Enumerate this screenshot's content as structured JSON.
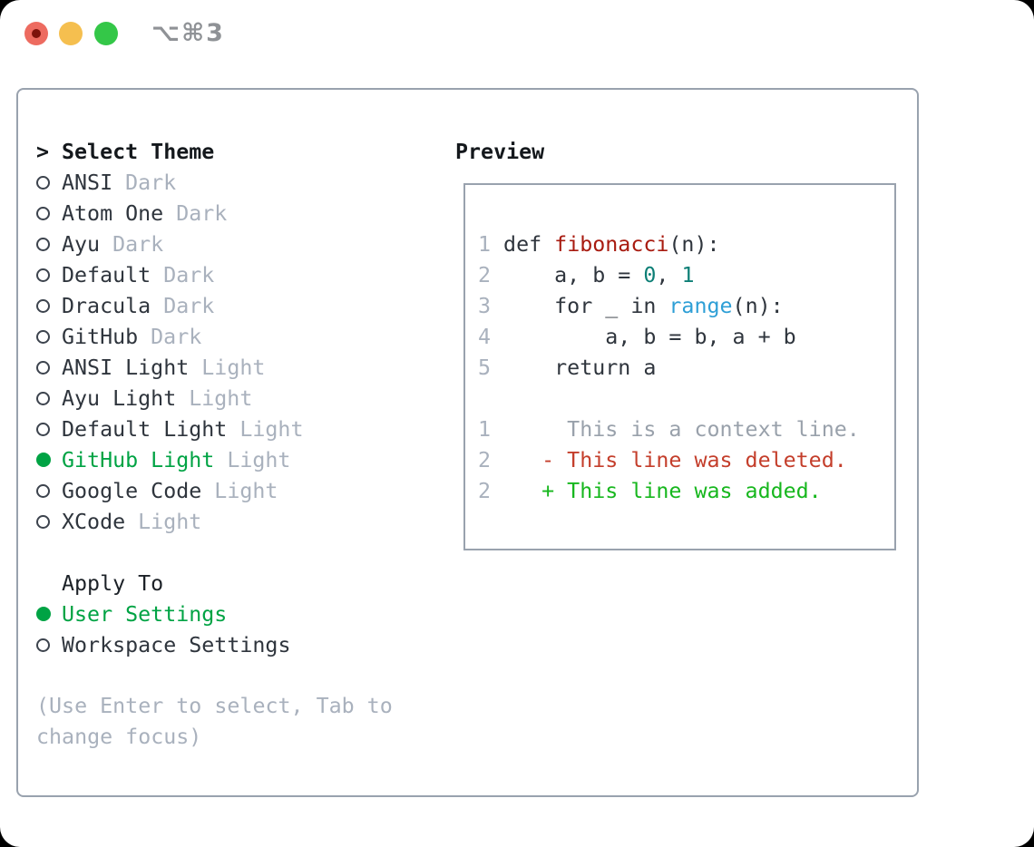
{
  "window": {
    "title": "⌥⌘3"
  },
  "titlebar": {
    "buttons": [
      {
        "name": "close"
      },
      {
        "name": "minimize"
      },
      {
        "name": "zoom"
      }
    ]
  },
  "left_panel": {
    "prompt": ">",
    "title": "Select Theme",
    "themes": [
      {
        "name": "ANSI",
        "tag": "Dark",
        "selected": false
      },
      {
        "name": "Atom One",
        "tag": "Dark",
        "selected": false
      },
      {
        "name": "Ayu",
        "tag": "Dark",
        "selected": false
      },
      {
        "name": "Default",
        "tag": "Dark",
        "selected": false
      },
      {
        "name": "Dracula",
        "tag": "Dark",
        "selected": false
      },
      {
        "name": "GitHub",
        "tag": "Dark",
        "selected": false
      },
      {
        "name": "ANSI Light",
        "tag": "Light",
        "selected": false
      },
      {
        "name": "Ayu Light",
        "tag": "Light",
        "selected": false
      },
      {
        "name": "Default Light",
        "tag": "Light",
        "selected": false
      },
      {
        "name": "GitHub Light",
        "tag": "Light",
        "selected": true
      },
      {
        "name": "Google Code",
        "tag": "Light",
        "selected": false
      },
      {
        "name": "XCode",
        "tag": "Light",
        "selected": false
      }
    ],
    "apply_to": {
      "label": "Apply To",
      "options": [
        {
          "name": "User Settings",
          "selected": true
        },
        {
          "name": "Workspace Settings",
          "selected": false
        }
      ]
    },
    "hint_lines": [
      "(Use Enter to select, Tab to",
      "change focus)"
    ],
    "icons": {
      "radio_unselected": "○",
      "radio_selected": "●"
    }
  },
  "preview": {
    "title": "Preview",
    "lines": [
      {
        "num": "1",
        "segments": [
          {
            "t": " def ",
            "c": "plain"
          },
          {
            "t": "fibonacci",
            "c": "func"
          },
          {
            "t": "(n):",
            "c": "plain"
          }
        ]
      },
      {
        "num": "2",
        "segments": [
          {
            "t": "     a, b = ",
            "c": "plain"
          },
          {
            "t": "0",
            "c": "num"
          },
          {
            "t": ", ",
            "c": "plain"
          },
          {
            "t": "1",
            "c": "num"
          }
        ]
      },
      {
        "num": "3",
        "segments": [
          {
            "t": "     for _ in ",
            "c": "plain"
          },
          {
            "t": "range",
            "c": "builtin"
          },
          {
            "t": "(n):",
            "c": "plain"
          }
        ]
      },
      {
        "num": "4",
        "segments": [
          {
            "t": "         a, b = b, a + b",
            "c": "plain"
          }
        ]
      },
      {
        "num": "5",
        "segments": [
          {
            "t": "     return a",
            "c": "plain"
          }
        ]
      },
      {
        "num": "",
        "segments": []
      },
      {
        "num": "1",
        "segments": [
          {
            "t": "      This is a context line.",
            "c": "ctx"
          }
        ]
      },
      {
        "num": "2",
        "segments": [
          {
            "t": "    - This line was deleted.",
            "c": "del"
          }
        ]
      },
      {
        "num": "2",
        "segments": [
          {
            "t": "    + This line was added.",
            "c": "add"
          }
        ]
      }
    ]
  },
  "colors": {
    "accent_green": "#00a344",
    "added_green": "#17b71e",
    "deleted_red": "#c43e2b",
    "function_red": "#a81b10",
    "number_teal": "#0d7f76",
    "builtin_blue": "#2e9fd6",
    "muted_gray": "#a9b1bd",
    "text_dark": "#2f353d",
    "border_gray": "#99a2ae",
    "traffic_red": "#ed6b60",
    "traffic_yellow": "#f5bf4f",
    "traffic_green": "#34c748"
  }
}
